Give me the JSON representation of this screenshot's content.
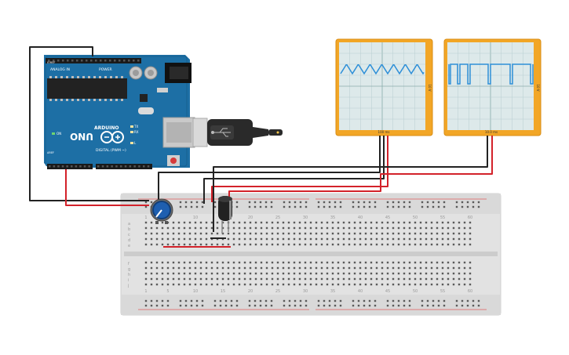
{
  "arduino": {
    "brand": "ARDUINO",
    "model": "UNO",
    "header_digital": "DIGITAL (PWM ~)",
    "header_analog": "ANALOG IN",
    "header_power": "POWER",
    "label_on": "ON",
    "label_tx": "TX",
    "label_rx": "RX",
    "label_l": "L",
    "label_aref": "AREF",
    "label_ioref": "IOREF"
  },
  "oscilloscopes": [
    {
      "id": "scope-1",
      "scale_label": "100 ms",
      "side_label": "10 V",
      "waveform": "triangle"
    },
    {
      "id": "scope-2",
      "scale_label": "10.0 ms",
      "side_label": "10 V",
      "waveform": "square"
    }
  ],
  "breadboard": {
    "row_letters_top": [
      "a",
      "b",
      "c",
      "d",
      "e"
    ],
    "row_letters_bottom": [
      "f",
      "g",
      "h",
      "i",
      "j"
    ],
    "column_numbers": [
      "1",
      "5",
      "10",
      "15",
      "20",
      "25",
      "30",
      "35",
      "40",
      "45",
      "50",
      "55",
      "60"
    ]
  },
  "colors": {
    "board": "#1d6fa5",
    "scope_frame": "#f2a626",
    "screen": "#dde9ea",
    "trace": "#2e8fd8",
    "wire_red": "#d3222a",
    "wire_black": "#222222"
  }
}
